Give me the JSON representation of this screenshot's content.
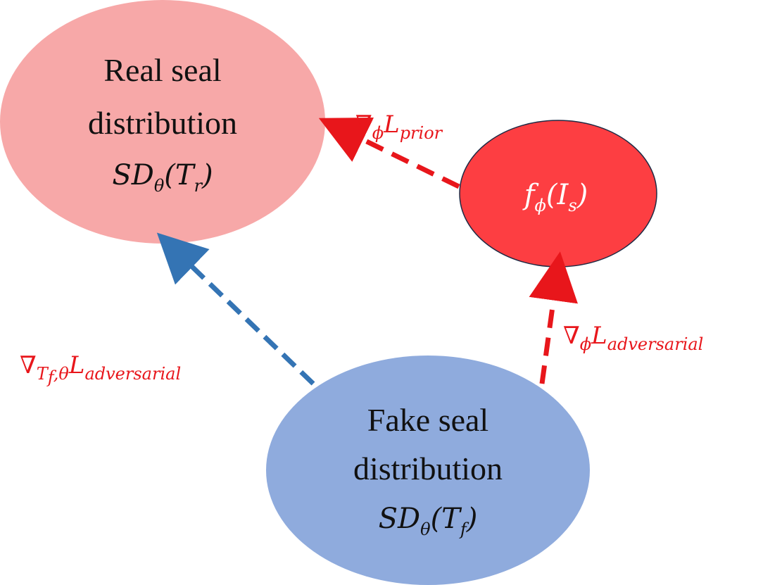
{
  "colors": {
    "real_fill": "#f7a8a8",
    "fake_fill": "#8fabdd",
    "f_fill": "#fd3e42",
    "f_stroke": "#1f2a44",
    "red_arrow": "#e8161b",
    "blue_arrow": "#3474b4"
  },
  "nodes": {
    "real": {
      "line1": "Real seal",
      "line2": "distribution",
      "math_base": "SD",
      "math_sub": "θ",
      "math_arg": "(T",
      "math_arg_sub": "r",
      "math_close": ")"
    },
    "fake": {
      "line1": "Fake seal",
      "line2": "distribution",
      "math_base": "SD",
      "math_sub": "θ",
      "math_arg": "(T",
      "math_arg_sub": "f",
      "math_close": ")"
    },
    "f": {
      "base": "f",
      "sub": "ϕ",
      "arg": "(I",
      "arg_sub": "s",
      "close": ")"
    }
  },
  "edges": {
    "prior": {
      "nabla": "∇",
      "sub": "ϕ",
      "L": "L",
      "Lsub": "prior"
    },
    "adv_f": {
      "nabla": "∇",
      "sub": "ϕ",
      "L": "L",
      "Lsub": "adversarial"
    },
    "adv_fake": {
      "nabla": "∇",
      "sub": "T",
      "sub2": "f",
      "sub3": ",θ",
      "L": "L",
      "Lsub": "adversarial"
    }
  }
}
